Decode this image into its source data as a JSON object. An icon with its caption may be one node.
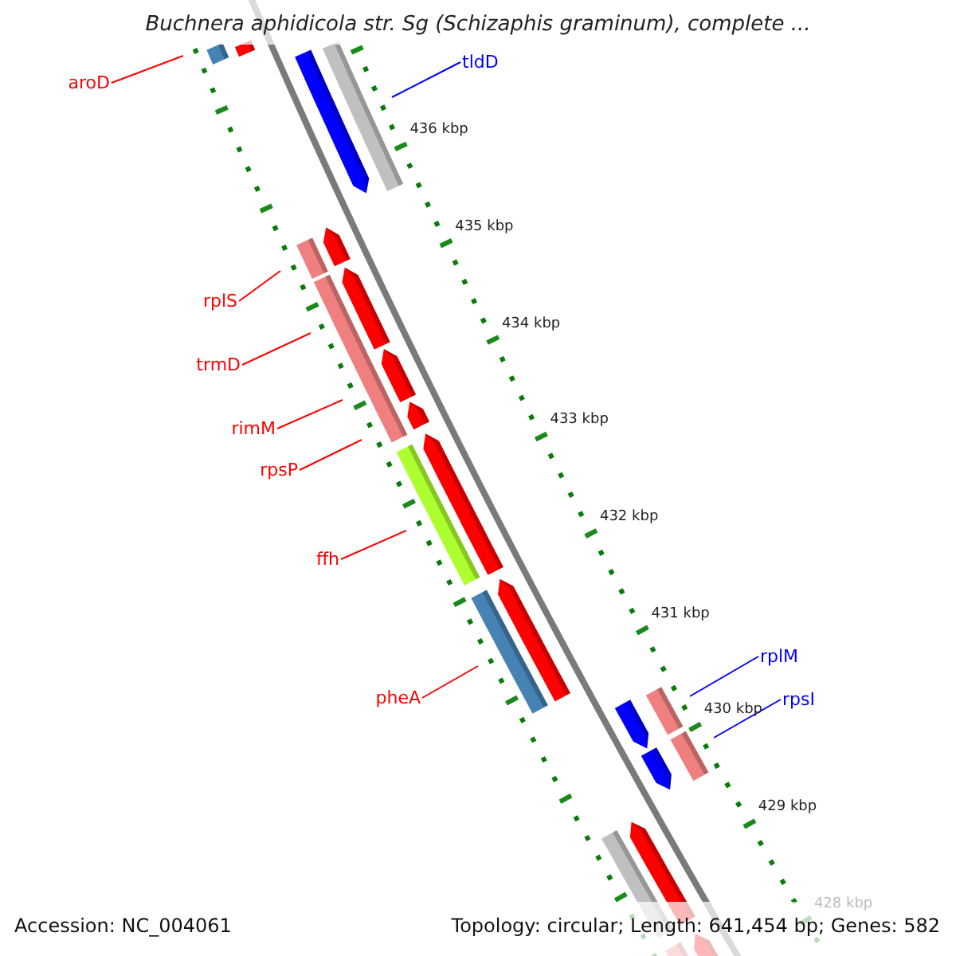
{
  "diagram": {
    "title": "Buchnera aphidicola str. Sg (Schizaphis graminum), complete ...",
    "nodes": [
      {
        "text": [
          "tldD"
        ]
      },
      {
        "text": [
          "aroD"
        ]
      },
      {
        "text": [
          "rplS"
        ]
      },
      {
        "text": [
          "trmD"
        ]
      },
      {
        "text": [
          "rimM"
        ]
      },
      {
        "text": [
          "rpsP"
        ]
      },
      {
        "text": [
          "ffh"
        ]
      },
      {
        "text": [
          "rplM"
        ]
      },
      {
        "text": [
          "pheA"
        ]
      },
      {
        "text": [
          "rpsI"
        ]
      },
      {
        "text": [],
        "shape": "bar"
      },
      {
        "text": [],
        "shape": "bar"
      },
      {
        "text": [],
        "shape": "bar"
      },
      {
        "text": [],
        "shape": "bar"
      },
      {
        "text": [],
        "shape": "bar"
      },
      {
        "text": [],
        "shape": "bar"
      },
      {
        "text": [],
        "shape": "bar"
      },
      {
        "text": [],
        "shape": "bar"
      }
    ],
    "edges": [
      {
        "from": 0,
        "to": 11,
        "arrow": "none",
        "color": "#0000ff"
      },
      {
        "from": 1,
        "to": 10,
        "arrow": "none"
      },
      {
        "from": 2,
        "to": 12,
        "arrow": "none"
      },
      {
        "from": 3,
        "to": 13,
        "arrow": "none"
      },
      {
        "from": 4,
        "to": 13,
        "arrow": "none"
      },
      {
        "from": 5,
        "to": 13,
        "arrow": "none"
      },
      {
        "from": 6,
        "to": 14,
        "arrow": "none"
      },
      {
        "from": 7,
        "to": 16,
        "arrow": "none",
        "color": "#0000ff"
      },
      {
        "from": 8,
        "to": 15,
        "arrow": "none"
      },
      {
        "from": 9,
        "to": 17,
        "arrow": "none",
        "color": "#0000ff"
      }
    ],
    "labels": [
      "436 kbp",
      "435 kbp",
      "434 kbp",
      "433 kbp",
      "432 kbp",
      "431 kbp",
      "430 kbp",
      "429 kbp",
      "428 kbp",
      "Accession: NC_004061",
      "Topology: circular; Length: 641,454 bp; Genes: 582"
    ]
  }
}
